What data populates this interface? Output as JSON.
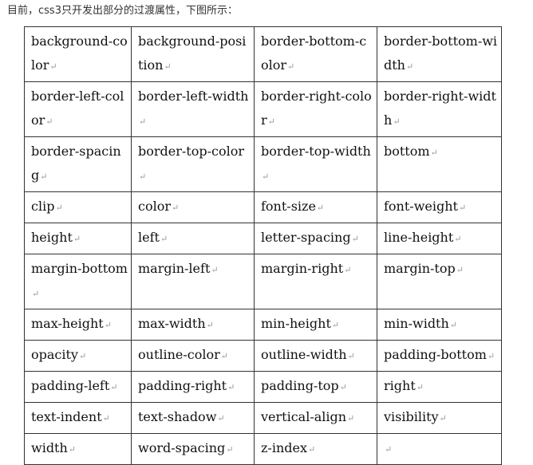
{
  "intro": "目前，css3只开发出部分的过渡属性，下图所示：",
  "paragraph_mark": "↵",
  "rows": [
    [
      "background-color",
      "background-position",
      "border-bottom-color",
      "border-bottom-width"
    ],
    [
      "border-left-color",
      "border-left-width",
      "border-right-color",
      "border-right-width"
    ],
    [
      "border-spacing",
      "border-top-color",
      "border-top-width",
      "bottom"
    ],
    [
      "clip",
      "color",
      "font-size",
      "font-weight"
    ],
    [
      "height",
      "left",
      "letter-spacing",
      "line-height"
    ],
    [
      "margin-bottom",
      "margin-left",
      "margin-right",
      "margin-top"
    ],
    [
      "max-height",
      "max-width",
      "min-height",
      "min-width"
    ],
    [
      "opacity",
      "outline-color",
      "outline-width",
      "padding-bottom"
    ],
    [
      "padding-left",
      "padding-right",
      "padding-top",
      "right"
    ],
    [
      "text-indent",
      "text-shadow",
      "vertical-align",
      "visibility"
    ],
    [
      "width",
      "word-spacing",
      "z-index",
      ""
    ]
  ]
}
